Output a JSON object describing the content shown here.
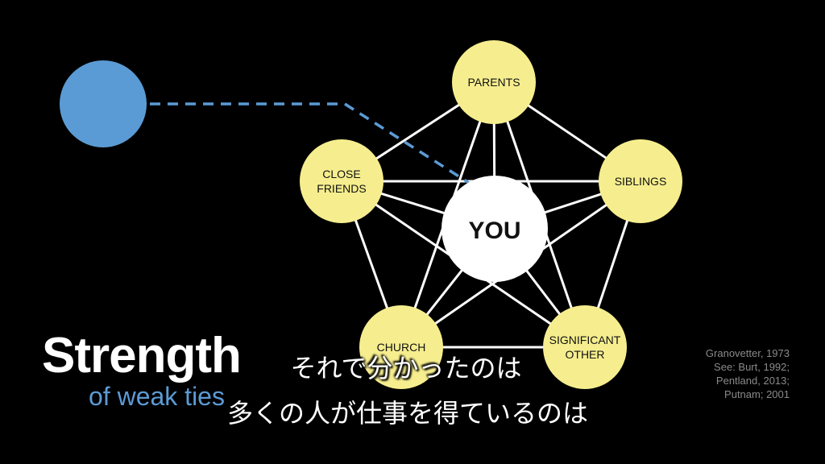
{
  "diagram": {
    "center_label": "YOU",
    "nodes": [
      {
        "id": "parents",
        "lines": [
          "PARENTS"
        ]
      },
      {
        "id": "siblings",
        "lines": [
          "SIBLINGS"
        ]
      },
      {
        "id": "significant-other",
        "lines": [
          "SIGNIFICANT",
          "OTHER"
        ]
      },
      {
        "id": "church",
        "lines": [
          "CHURCH"
        ]
      },
      {
        "id": "close-friends",
        "lines": [
          "CLOSE",
          "FRIENDS"
        ]
      }
    ],
    "colors": {
      "node_fill": "#f6ee8e",
      "center_fill": "#ffffff",
      "edge": "#ffffff",
      "weak_tie_node": "#5b9bd5",
      "weak_tie_line": "#5b9bd5"
    }
  },
  "title": {
    "main": "Strength",
    "sub": "of weak ties"
  },
  "citation": {
    "lines": [
      "Granovetter, 1973",
      "See: Burt, 1992;",
      "Pentland, 2013;",
      "Putnam; 2001"
    ]
  },
  "subtitles": {
    "line1": "それで分かったのは",
    "line2": "多くの人が仕事を得ているのは"
  }
}
